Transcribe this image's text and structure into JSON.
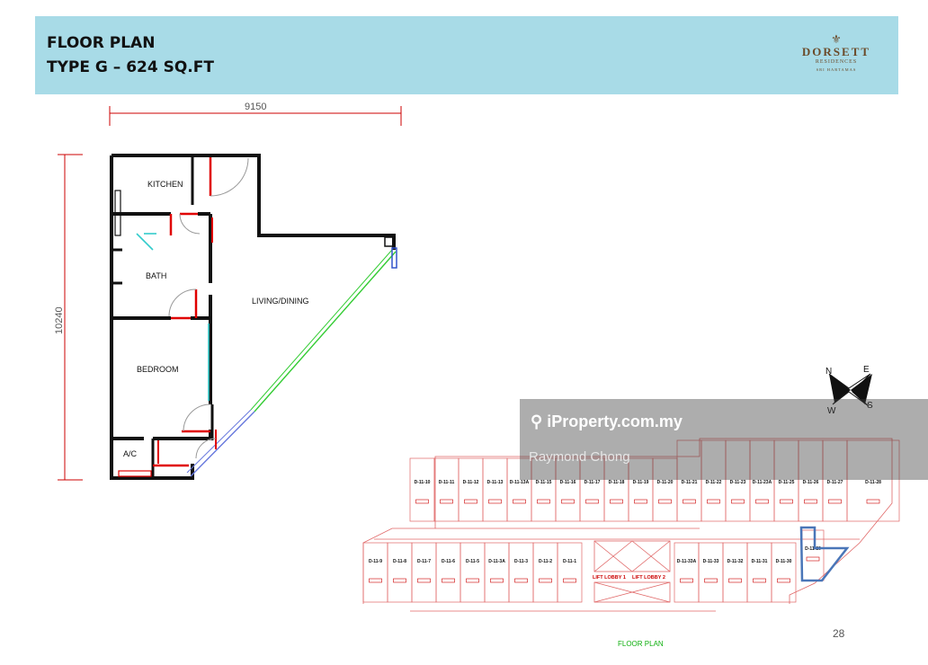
{
  "header": {
    "title_line1": "FLOOR PLAN",
    "title_line2": "TYPE G – 624 SQ.FT",
    "logo_name": "DORSETT",
    "logo_sub": "RESIDENCES",
    "logo_sub2": "SRI HARTAMAS"
  },
  "plan": {
    "width_dim": "9150",
    "height_dim": "10240",
    "rooms": {
      "kitchen": "KITCHEN",
      "bath": "BATH",
      "living": "LIVING/DINING",
      "bedroom": "BEDROOM",
      "ac": "A/C"
    }
  },
  "compass": {
    "n": "N",
    "e": "E",
    "s": "S",
    "w": "W"
  },
  "key_plan": {
    "top_units": [
      "D-11-10",
      "D-11-11",
      "D-11-12",
      "D-11-13",
      "D-11-13A",
      "D-11-15",
      "D-11-16",
      "D-11-17",
      "D-11-18",
      "D-11-19",
      "D-11-20",
      "D-11-21",
      "D-11-22",
      "D-11-23",
      "D-11-23A",
      "D-11-25",
      "D-11-26",
      "D-11-27",
      "D-11-28"
    ],
    "bottom_units": [
      "D-11-9",
      "D-11-8",
      "D-11-7",
      "D-11-6",
      "D-11-5",
      "D-11-3A",
      "D-11-3",
      "D-11-2",
      "D-11-1",
      "D-11-33A",
      "D-11-33",
      "D-11-32",
      "D-11-31",
      "D-11-30",
      "D-11-29"
    ],
    "lift1": "LIFT LOBBY 1",
    "lift2": "LIFT LOBBY 2",
    "caption": "FLOOR PLAN"
  },
  "watermark": {
    "brand": "iProperty.com.my",
    "agent": "Raymond Chong"
  },
  "page_number": "28",
  "colors": {
    "header_bg": "#a8dbe7",
    "wall": "#111111",
    "door": "#e00000",
    "window_green": "#33cc33",
    "keyplan_red": "#e06666",
    "highlight_blue": "#4a76b8"
  }
}
